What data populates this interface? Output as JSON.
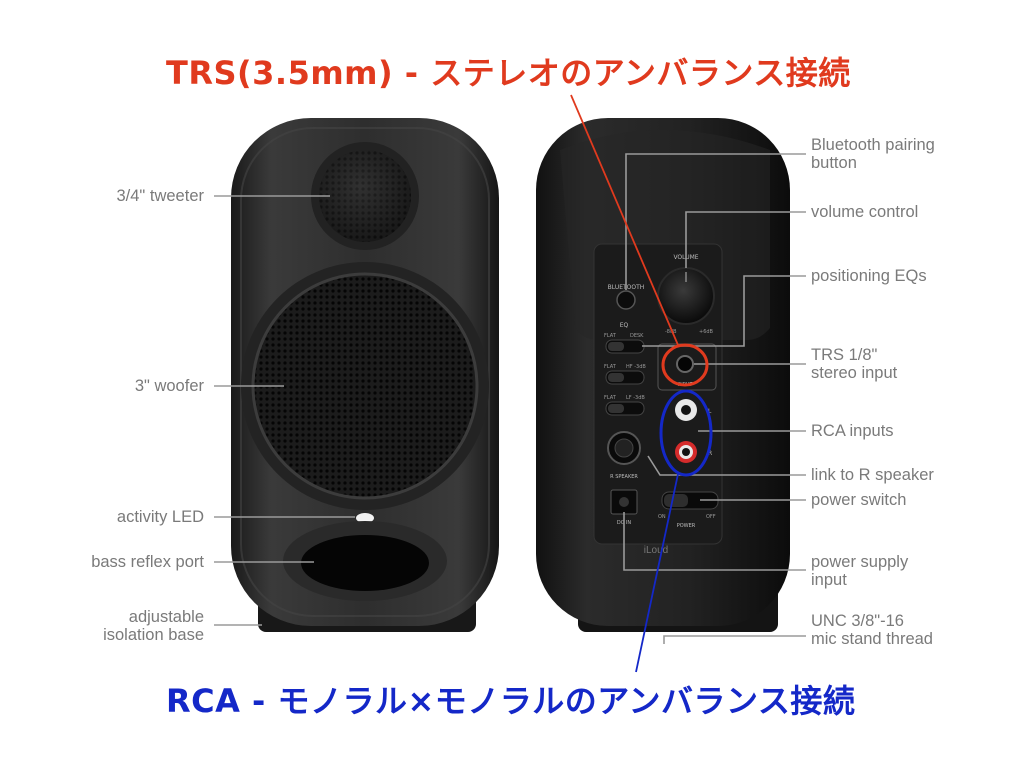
{
  "annotations": {
    "trs_title": "TRS(3.5mm) - ステレオのアンバランス接続",
    "rca_title": "RCA - モノラル×モノラルのアンバランス接続"
  },
  "colors": {
    "trs": "#e03a1e",
    "rca": "#1428c8",
    "label_text": "#7a7a7a",
    "leader_line": "#9a9a9a"
  },
  "front_labels": {
    "tweeter": "3/4\" tweeter",
    "woofer": "3\" woofer",
    "led": "activity LED",
    "port": "bass reflex port",
    "base_1": "adjustable",
    "base_2": "isolation base"
  },
  "back_labels": {
    "bt_1": "Bluetooth pairing",
    "bt_2": "button",
    "volume": "volume control",
    "eq": "positioning EQs",
    "trs_1": "TRS 1/8\"",
    "trs_2": "stereo input",
    "rca": "RCA inputs",
    "link": "link to R speaker",
    "power": "power switch",
    "supply_1": "power supply",
    "supply_2": "input",
    "thread_1": "UNC 3/8\"-16",
    "thread_2": "mic stand thread"
  },
  "panel_text": {
    "bluetooth": "BLUETOOTH",
    "volume": "VOLUME",
    "vol_min": "-8dB",
    "vol_max": "+6dB",
    "eq": "EQ",
    "flat": "FLAT",
    "desk": "DESK",
    "hf": "HF -3dB",
    "lf": "LF -3dB",
    "input": "INPUT",
    "l": "L",
    "r": "R",
    "r_speaker": "R SPEAKER",
    "dc_in": "DC IN",
    "on": "ON",
    "off": "OFF",
    "power": "POWER",
    "brand": "iLoud"
  }
}
